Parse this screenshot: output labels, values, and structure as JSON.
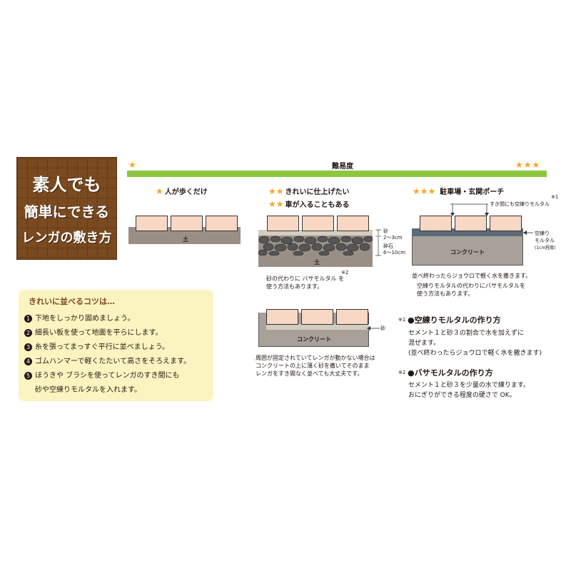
{
  "title": {
    "line1": "素人でも",
    "line2": "簡単にできる",
    "line3": "レンガの敷き方"
  },
  "difficulty": {
    "label": "難易度",
    "star_left": "★",
    "star_right": "★★★"
  },
  "sections": {
    "one": {
      "stars": "★",
      "heading": "人が歩くだけ",
      "soil_label": "土"
    },
    "two": {
      "stars1": "★★",
      "heading1": "きれいに仕上げたい",
      "stars2": "★★",
      "heading2": "車が入ることもある",
      "sand_label": "砂",
      "sand_depth": "2〜3cm",
      "gravel_label": "砕石",
      "gravel_depth": "6〜10cm",
      "soil_label": "土",
      "note_mark": "※2",
      "caption_line1": "砂の代わりに バサモルタル を",
      "caption_line2": "使う方法もあります。",
      "concrete_label": "コンクリート",
      "sand_label2": "砂",
      "caption2_line1": "周囲が固定されていてレンガが動かない場合は",
      "caption2_line2": "コンクリートの上に薄く砂を撒いてそのまま",
      "caption2_line3": "レンガをすき間なく並べても大丈夫です。"
    },
    "three": {
      "stars": "★★★",
      "heading": "駐車場・玄関ポーチ",
      "note_mark": "※1",
      "gap_label": "すき間にも空練りモルタル",
      "mortar_label1": "空練り",
      "mortar_label2": "モルタル",
      "mortar_label3": "(1cm程度)",
      "concrete_label": "コンクリート",
      "caption_line1": "並べ終わったらジョウロで軽く水を撒きます。",
      "caption_line2": "空練りモルタルの代わりにバサモルタルを",
      "caption_line3": "使う方法もあります。"
    }
  },
  "tips": {
    "title": "きれいに並べるコツは…",
    "items": [
      {
        "num": "1",
        "text": "下地をしっかり固めましょう。"
      },
      {
        "num": "2",
        "text": "細長い板を使って地面を平らにします。"
      },
      {
        "num": "3",
        "text": "糸を張ってまっすぐ平行に並べましょう。"
      },
      {
        "num": "4",
        "text": "ゴムハンマーで軽くたたいて高さをそろえます。"
      },
      {
        "num": "5",
        "text": "ほうきや ブラシを使ってレンガのすき間にも"
      }
    ],
    "item5_cont": "砂や空練りモルタルを入れます。"
  },
  "how_to": {
    "dry_mortar": {
      "mark": "※1",
      "title": "●空練りモルタルの作り方",
      "line1": "セメント１と砂３の割合で水を加えずに",
      "line2": "混ぜます。",
      "line3": "(並べ終わったらジョウロで軽く水を撒きます)"
    },
    "basa_mortar": {
      "mark": "※2",
      "title": "●バサモルタルの作り方",
      "line1": "セメント１と砂３を少量の水で練ります。",
      "line2": "おにぎりができる程度の硬さで OK。"
    }
  },
  "colors": {
    "bar_green": "#8dc63f",
    "star_orange": "#f5a623",
    "brick": "#f8d8c4",
    "panel_brown": "#7a4a20",
    "tips_bg": "#fbf4c0"
  }
}
